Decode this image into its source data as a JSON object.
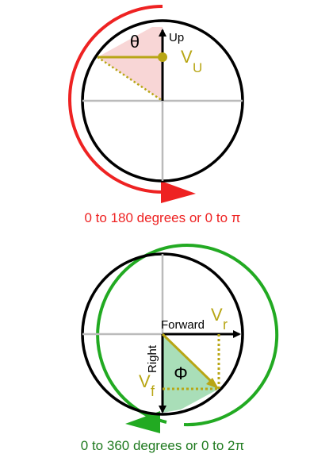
{
  "top_diagram": {
    "angle_symbol": "θ",
    "up_label": "Up",
    "vector_letter": "V",
    "vector_subscript": "U",
    "range_caption": "0 to 180 degrees or 0 to π",
    "arc_color": "#ee2222"
  },
  "bottom_diagram": {
    "angle_symbol": "Φ",
    "forward_label": "Forward",
    "right_label": "Right",
    "vector_r_letter": "V",
    "vector_r_subscript": "r",
    "vector_f_letter": "V",
    "vector_f_subscript": "f",
    "range_caption": "0 to 360 degrees or 0 to 2π",
    "arc_color": "#22aa22"
  },
  "colors": {
    "vector_olive": "#b8a615",
    "wedge_pink": "#f8d6d6",
    "wedge_green": "#a9deb8",
    "axis_grey": "#bbbbbb",
    "circle_black": "#000000"
  }
}
